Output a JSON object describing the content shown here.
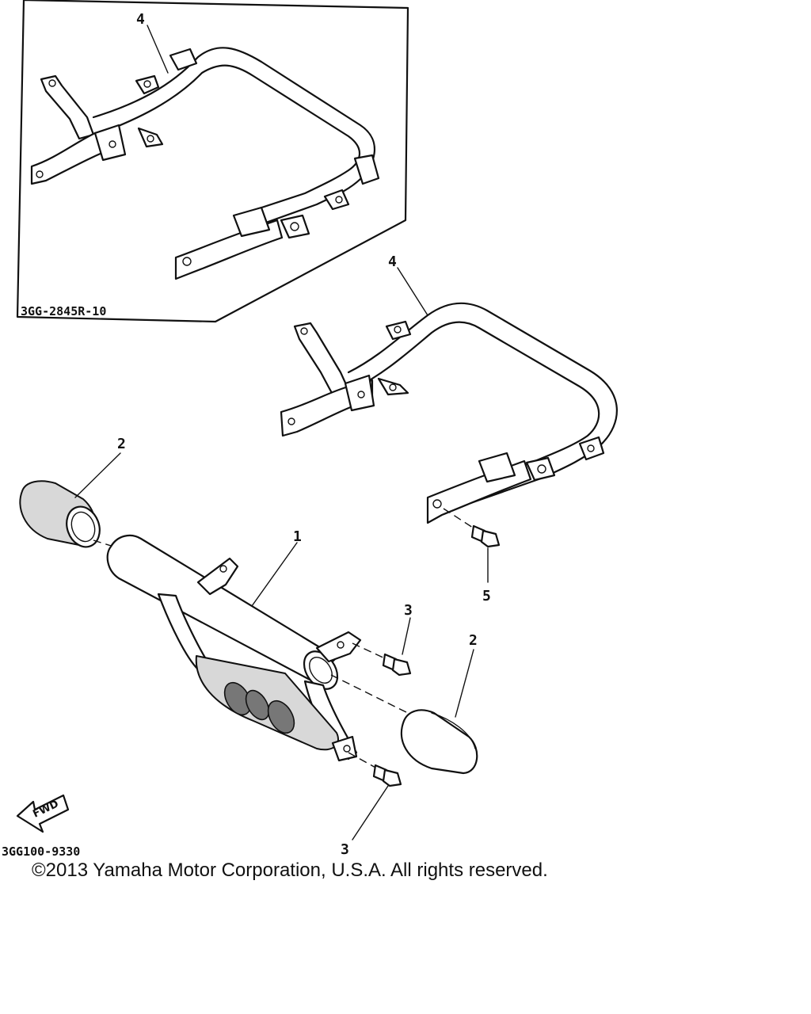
{
  "diagram": {
    "callouts": {
      "c4_inset": "4",
      "c4_main": "4",
      "c2_left": "2",
      "c1": "1",
      "c3_upper": "3",
      "c2_right": "2",
      "c5": "5",
      "c3_lower": "3"
    },
    "inset_code": "3GG-2845R-10",
    "diagram_code": "3GG100-9330",
    "fwd_label": "FWD",
    "copyright": "©2013 Yamaha Motor Corporation, U.S.A. All rights reserved."
  }
}
